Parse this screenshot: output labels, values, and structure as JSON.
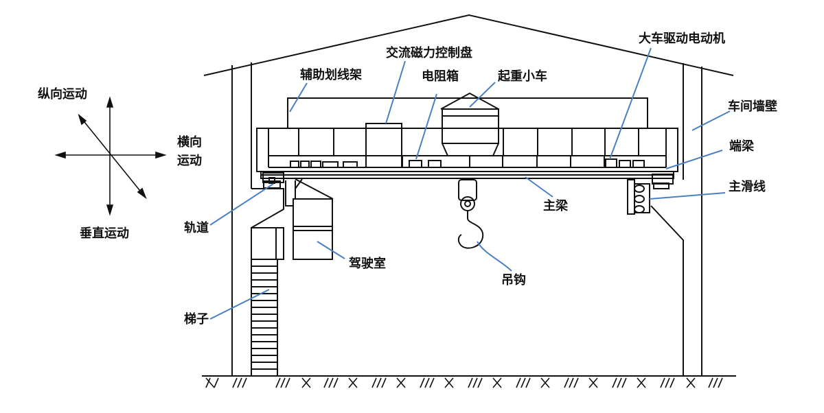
{
  "diagram": {
    "direction_labels": {
      "longitudinal": "纵向运动",
      "transverse_line1": "横向",
      "transverse_line2": "运动",
      "vertical": "垂直运动"
    },
    "callouts": {
      "auxiliary_line_frame": "辅助划线架",
      "magnetic_control_panel": "交流磁力控制盘",
      "resistor_box": "电阻箱",
      "trolley": "起重小车",
      "bridge_drive_motor": "大车驱动电动机",
      "workshop_wall": "车间墙壁",
      "end_beam": "端梁",
      "main_trolley_line": "主滑线",
      "rail": "轨道",
      "main_beam": "主梁",
      "cab": "驾驶室",
      "hook": "吊钩",
      "ladder": "梯子"
    },
    "colors": {
      "line": "#111111",
      "leader": "#4a7fc1",
      "background": "#ffffff"
    }
  }
}
